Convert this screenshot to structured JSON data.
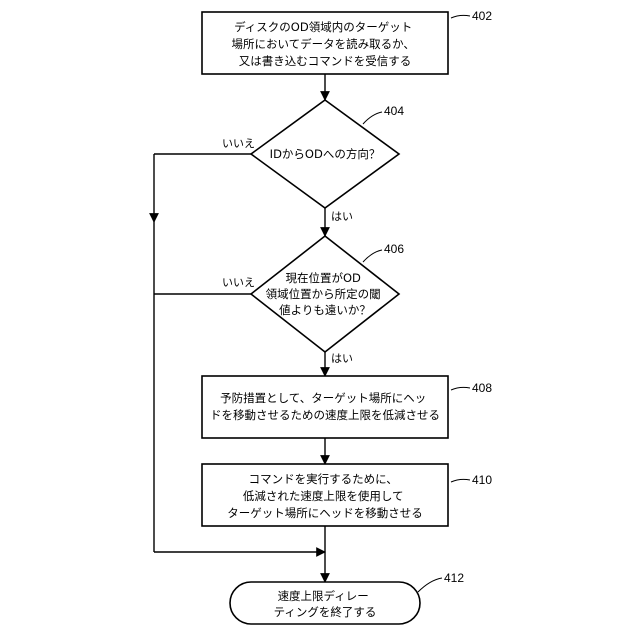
{
  "flowchart": {
    "step_402": {
      "ref": "402",
      "lines": [
        "ディスクのOD領域内のターゲット",
        "場所においてデータを読み取るか、",
        "又は書き込むコマンドを受信する"
      ]
    },
    "decision_404": {
      "ref": "404",
      "lines": [
        "IDからODへの方向？"
      ],
      "no_label": "いいえ",
      "yes_label": "はい"
    },
    "decision_406": {
      "ref": "406",
      "lines": [
        "現在位置がOD",
        "領域位置から所定の閾",
        "値よりも遠いか？"
      ],
      "no_label": "いいえ",
      "yes_label": "はい"
    },
    "step_408": {
      "ref": "408",
      "lines": [
        "予防措置として、ターゲット場所にヘッ",
        "ドを移動させるための速度上限を低減させる"
      ]
    },
    "step_410": {
      "ref": "410",
      "lines": [
        "コマンドを実行するために、",
        "低減された速度上限を使用して",
        "ターゲット場所にヘッドを移動させる"
      ]
    },
    "terminal_412": {
      "ref": "412",
      "lines": [
        "速度上限ディレー",
        "ティングを終了する"
      ]
    }
  }
}
